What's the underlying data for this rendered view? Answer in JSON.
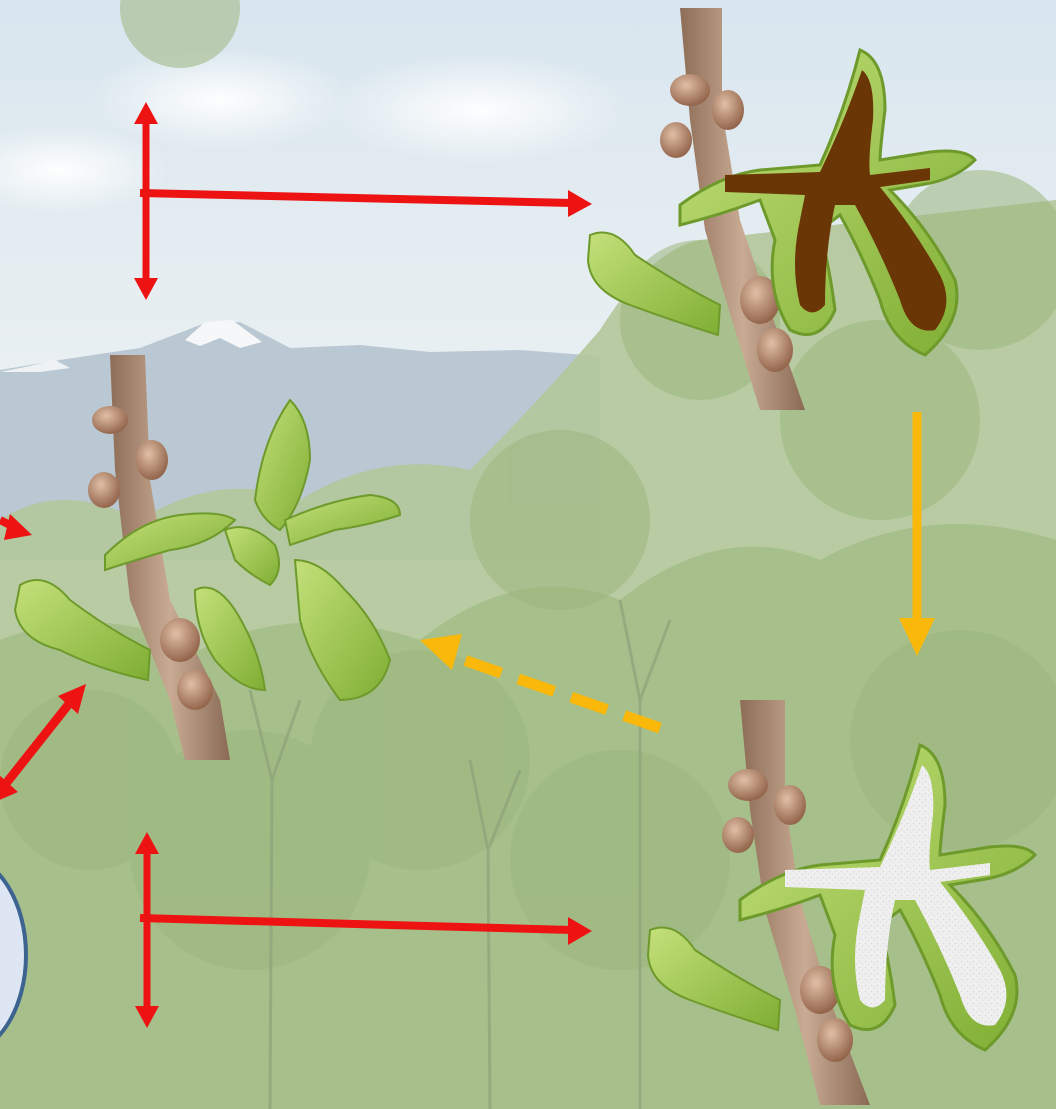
{
  "colors": {
    "sky_top": "#dfeaf1",
    "sky_bottom": "#eef3f3",
    "mountain": "#b6c5cf",
    "snow": "#f4f6f8",
    "forest": "#a9c08e",
    "forest_dark": "#8fa877",
    "twig": "#b99a84",
    "bud": "#c59b7e",
    "leaf": "#a6cc54",
    "leaf_edge": "#7da33a",
    "necrosis_brown": "#6b3605",
    "mildew_white": "#eeeeee",
    "arrow_red": "#ee1313",
    "arrow_orange": "#f9b80a",
    "circle_border": "#3d6391",
    "circle_fill": "#dde6f2"
  },
  "diagram": {
    "nodes": [
      {
        "id": "healthy-shoot",
        "icon": "oak-shoot-healthy"
      },
      {
        "id": "diseased-shoot-brown",
        "icon": "oak-shoot-necrotic-brown"
      },
      {
        "id": "diseased-shoot-white",
        "icon": "oak-shoot-powdery-mildew"
      },
      {
        "id": "partial-circle",
        "icon": "circle-partial"
      }
    ],
    "arrows": [
      {
        "id": "red-tee-top",
        "style": "red-solid",
        "from": "environment",
        "to": "diseased-shoot-brown"
      },
      {
        "id": "red-tee-bottom",
        "style": "red-solid",
        "from": "environment",
        "to": "diseased-shoot-white"
      },
      {
        "id": "orange-down",
        "style": "orange-solid",
        "from": "diseased-shoot-brown",
        "to": "diseased-shoot-white"
      },
      {
        "id": "orange-dashed",
        "style": "orange-dashed",
        "from": "diseased-shoot-white",
        "to": "healthy-shoot"
      },
      {
        "id": "red-left-small",
        "style": "red-solid",
        "from": "offscreen-left",
        "to": "healthy-shoot"
      },
      {
        "id": "red-double-diag",
        "style": "red-solid-double",
        "from": "partial-circle",
        "to": "healthy-shoot"
      }
    ]
  }
}
